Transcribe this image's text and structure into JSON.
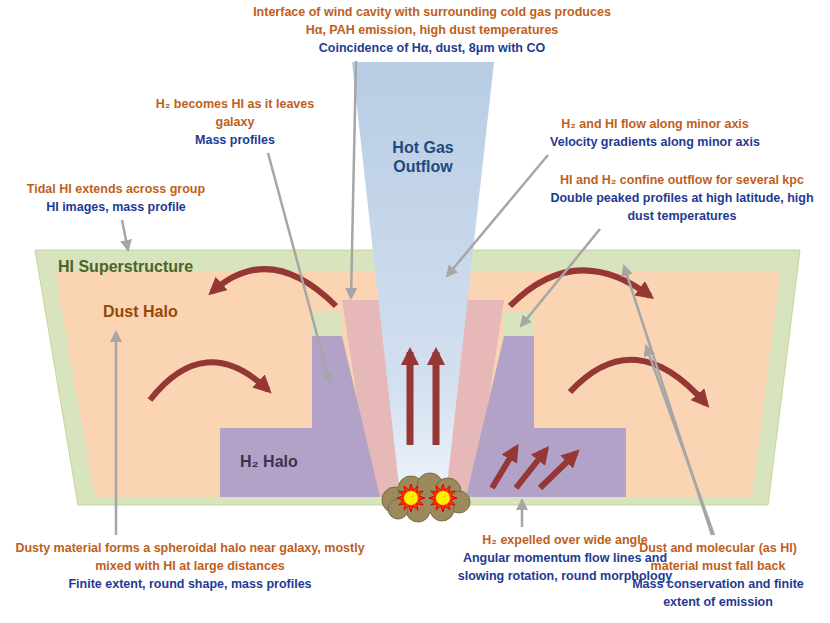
{
  "diagram": {
    "nodes": [
      {
        "text": [
          "HI Superstructure"
        ]
      },
      {
        "text": [
          "Dust Halo"
        ],
        "in": 0
      },
      {
        "text": [
          "H₂ Halo"
        ],
        "in": 1
      },
      {
        "text": [
          "Hot Gas Outflow"
        ]
      }
    ],
    "labels": [
      "Interface of wind cavity with surrounding cold gas produces Hα, PAH emission, high dust temperatures",
      "Coincidence of Hα, dust, 8μm with CO",
      "H₂ becomes HI as it leaves galaxy",
      "Mass profiles",
      "H₂ and HI flow along minor axis",
      "Velocity gradients along minor axis",
      "Tidal HI extends across group",
      "HI images, mass profile",
      "HI and H₂ confine outflow for several kpc",
      "Double peaked profiles at high latitude, high dust temperatures",
      "Dusty material forms a spheroidal halo near galaxy, mostly mixed with HI at large distances",
      "Finite extent, round shape, mass profiles",
      "H₂ expelled over wide angle",
      "Angular momentum flow lines and slowing rotation, round morphology",
      "Dust and molecular (as HI) material must fall back",
      "Mass conservation and finite extent of emission"
    ]
  }
}
